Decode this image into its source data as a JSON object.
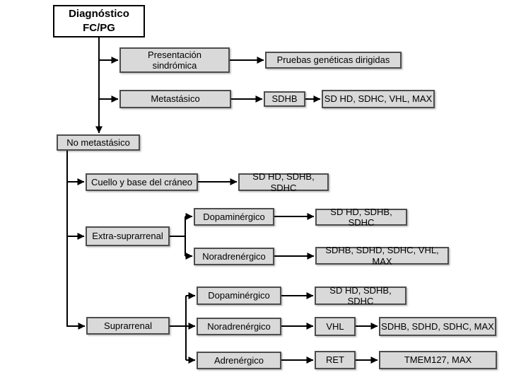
{
  "page": {
    "background": "#ffffff"
  },
  "diagram": {
    "type": "flowchart",
    "language": "es",
    "styles": {
      "node_fill": "#d9d9d9",
      "node_border": "#4d4d4d",
      "root_fill": "#ffffff",
      "root_border": "#000000",
      "connector_color": "#000000",
      "text_color": "#000000"
    },
    "nodes": {
      "root": {
        "label": "Diagnóstico\nFC/PG"
      },
      "presentacion": {
        "label": "Presentación\nsindrómica"
      },
      "pruebas": {
        "label": "Pruebas genéticas dirigidas"
      },
      "metastasico": {
        "label": "Metastásico"
      },
      "sdhb": {
        "label": "SDHB"
      },
      "genes_metastasico": {
        "label": "SD HD, SDHC, VHL, MAX"
      },
      "no_metastasico": {
        "label": "No metastásico"
      },
      "cuello": {
        "label": "Cuello y base del cráneo"
      },
      "genes_cuello": {
        "label": "SD HD, SDHB, SDHC"
      },
      "extra_suprarrenal": {
        "label": "Extra-suprarrenal"
      },
      "dopaminergico_extra": {
        "label": "Dopaminérgico"
      },
      "genes_dopaminergico_extra": {
        "label": "SD HD, SDHB, SDHC"
      },
      "noradrenergico_extra": {
        "label": "Noradrenérgico"
      },
      "genes_noradrenergico_extra": {
        "label": "SDHB, SDHD, SDHC, VHL, MAX"
      },
      "suprarrenal": {
        "label": "Suprarrenal"
      },
      "dopaminergico_supra": {
        "label": "Dopaminérgico"
      },
      "genes_dopaminergico_supra": {
        "label": "SD HD, SDHB, SDHC"
      },
      "noradrenergico_supra": {
        "label": "Noradrenérgico"
      },
      "vhl": {
        "label": "VHL"
      },
      "genes_noradrenergico_supra": {
        "label": "SDHB, SDHD, SDHC, MAX"
      },
      "adrenergico": {
        "label": "Adrenérgico"
      },
      "ret": {
        "label": "RET"
      },
      "genes_adrenergico": {
        "label": "TMEM127, MAX"
      }
    },
    "edges": [
      {
        "from": "root",
        "to": "presentacion"
      },
      {
        "from": "presentacion",
        "to": "pruebas"
      },
      {
        "from": "root",
        "to": "metastasico"
      },
      {
        "from": "metastasico",
        "to": "sdhb"
      },
      {
        "from": "sdhb",
        "to": "genes_metastasico"
      },
      {
        "from": "root",
        "to": "no_metastasico"
      },
      {
        "from": "no_metastasico",
        "to": "cuello"
      },
      {
        "from": "cuello",
        "to": "genes_cuello"
      },
      {
        "from": "no_metastasico",
        "to": "extra_suprarrenal"
      },
      {
        "from": "extra_suprarrenal",
        "to": "dopaminergico_extra"
      },
      {
        "from": "dopaminergico_extra",
        "to": "genes_dopaminergico_extra"
      },
      {
        "from": "extra_suprarrenal",
        "to": "noradrenergico_extra"
      },
      {
        "from": "noradrenergico_extra",
        "to": "genes_noradrenergico_extra"
      },
      {
        "from": "no_metastasico",
        "to": "suprarrenal"
      },
      {
        "from": "suprarrenal",
        "to": "dopaminergico_supra"
      },
      {
        "from": "dopaminergico_supra",
        "to": "genes_dopaminergico_supra"
      },
      {
        "from": "suprarrenal",
        "to": "noradrenergico_supra"
      },
      {
        "from": "noradrenergico_supra",
        "to": "vhl"
      },
      {
        "from": "vhl",
        "to": "genes_noradrenergico_supra"
      },
      {
        "from": "suprarrenal",
        "to": "adrenergico"
      },
      {
        "from": "adrenergico",
        "to": "ret"
      },
      {
        "from": "ret",
        "to": "genes_adrenergico"
      }
    ]
  }
}
